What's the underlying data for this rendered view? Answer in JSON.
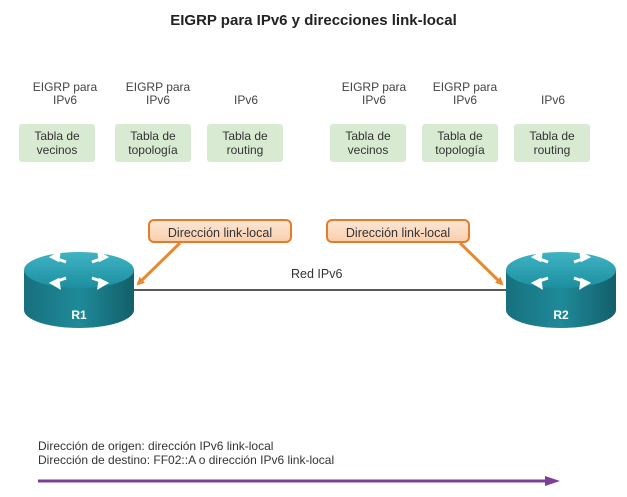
{
  "title": "EIGRP para IPv6 y direcciones link-local",
  "left_group": {
    "columns": [
      {
        "header": "EIGRP para\nIPv6",
        "table": "Tabla de\nvecinos"
      },
      {
        "header": "EIGRP para\nIPv6",
        "table": "Tabla de\ntopología"
      },
      {
        "header": "IPv6",
        "table": "Tabla de\nrouting"
      }
    ]
  },
  "right_group": {
    "columns": [
      {
        "header": "EIGRP para\nIPv6",
        "table": "Tabla de\nvecinos"
      },
      {
        "header": "EIGRP para\nIPv6",
        "table": "Tabla de\ntopología"
      },
      {
        "header": "IPv6",
        "table": "Tabla de\nrouting"
      }
    ]
  },
  "callouts": {
    "left": "Dirección link-local",
    "right": "Dirección link-local"
  },
  "network_label": "Red IPv6",
  "routers": {
    "r1": "R1",
    "r2": "R2"
  },
  "packet_info": {
    "source": "Dirección de origen: dirección IPv6 link-local",
    "destination": "Dirección de destino: FF02::A o dirección IPv6 link-local"
  },
  "colors": {
    "table_fill": "#d8ead2",
    "callout_border": "#e47d2b",
    "arrow_orange": "#e8892f",
    "router_body": "#1f8a99",
    "flow_arrow": "#7b3f98"
  },
  "icons": [
    "router-icon",
    "router-icon",
    "flow-arrow-icon"
  ]
}
